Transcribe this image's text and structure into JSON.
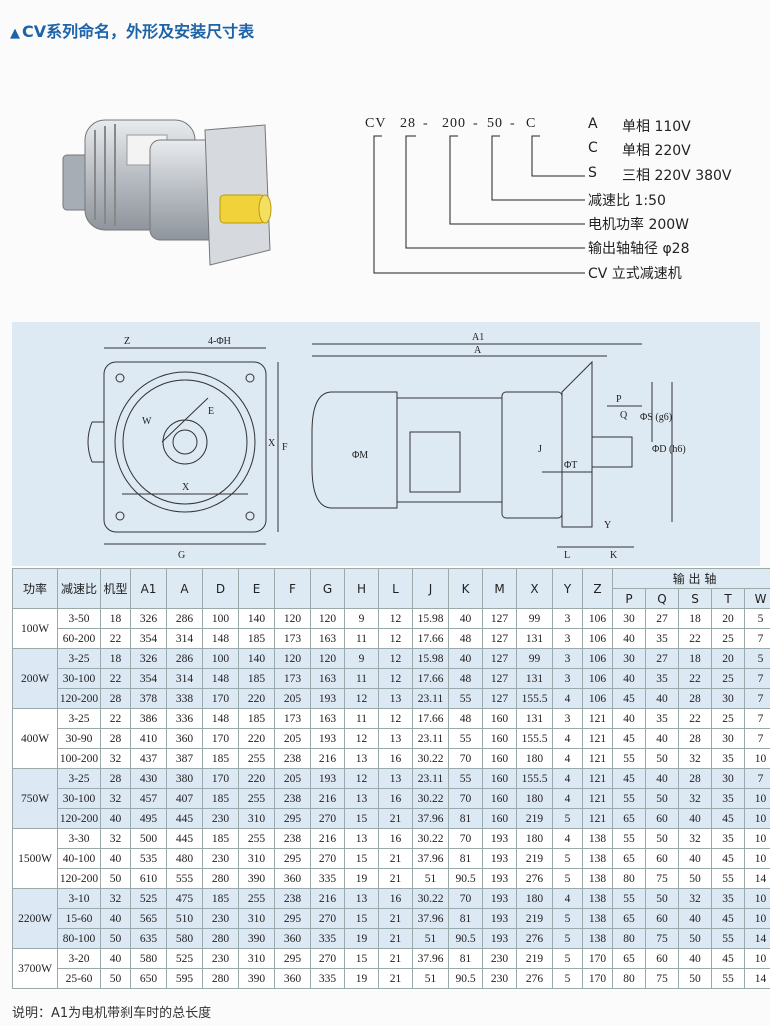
{
  "heading": {
    "marker": "▲",
    "text": "CV系列命名，外形及安装尺寸表"
  },
  "naming": {
    "code": {
      "part1": "CV",
      "part2": "28",
      "part3": "200",
      "part4": "50",
      "part5": "C",
      "dash": "-"
    },
    "voltage": [
      {
        "key": "A",
        "desc": "单相 110V"
      },
      {
        "key": "C",
        "desc": "单相 220V"
      },
      {
        "key": "S",
        "desc": "三相 220V 380V"
      }
    ],
    "ratio": "减速比 1:50",
    "power": "电机功率 200W",
    "shaft": "输出轴轴径 φ28",
    "type": "CV 立式减速机"
  },
  "drawing_labels": {
    "Z": "Z",
    "H": "4-ΦH",
    "W": "W",
    "E": "E",
    "X_front": "X",
    "X_side": "X",
    "F": "F",
    "G": "G",
    "A1": "A1",
    "A": "A",
    "M": "ΦM",
    "J": "J",
    "T": "ΦT",
    "P": "P",
    "Q": "Q",
    "S": "ΦS (g6)",
    "D": "ΦD (h6)",
    "Y": "Y",
    "L": "L",
    "K": "K"
  },
  "table": {
    "headers": [
      "功率",
      "减速比",
      "机型",
      "A1",
      "A",
      "D",
      "E",
      "F",
      "G",
      "H",
      "L",
      "J",
      "K",
      "M",
      "X",
      "Y",
      "Z"
    ],
    "output_shaft": "输 出 轴",
    "shaft_headers": [
      "P",
      "Q",
      "S",
      "T",
      "W"
    ],
    "groups": [
      {
        "power": "100W",
        "rows": [
          [
            "3-50",
            "18",
            "326",
            "286",
            "100",
            "140",
            "120",
            "120",
            "9",
            "12",
            "15.98",
            "40",
            "127",
            "99",
            "3",
            "106",
            "30",
            "27",
            "18",
            "20",
            "5"
          ],
          [
            "60-200",
            "22",
            "354",
            "314",
            "148",
            "185",
            "173",
            "163",
            "11",
            "12",
            "17.66",
            "48",
            "127",
            "131",
            "3",
            "106",
            "40",
            "35",
            "22",
            "25",
            "7"
          ]
        ]
      },
      {
        "power": "200W",
        "rows": [
          [
            "3-25",
            "18",
            "326",
            "286",
            "100",
            "140",
            "120",
            "120",
            "9",
            "12",
            "15.98",
            "40",
            "127",
            "99",
            "3",
            "106",
            "30",
            "27",
            "18",
            "20",
            "5"
          ],
          [
            "30-100",
            "22",
            "354",
            "314",
            "148",
            "185",
            "173",
            "163",
            "11",
            "12",
            "17.66",
            "48",
            "127",
            "131",
            "3",
            "106",
            "40",
            "35",
            "22",
            "25",
            "7"
          ],
          [
            "120-200",
            "28",
            "378",
            "338",
            "170",
            "220",
            "205",
            "193",
            "12",
            "13",
            "23.11",
            "55",
            "127",
            "155.5",
            "4",
            "106",
            "45",
            "40",
            "28",
            "30",
            "7"
          ]
        ]
      },
      {
        "power": "400W",
        "rows": [
          [
            "3-25",
            "22",
            "386",
            "336",
            "148",
            "185",
            "173",
            "163",
            "11",
            "12",
            "17.66",
            "48",
            "160",
            "131",
            "3",
            "121",
            "40",
            "35",
            "22",
            "25",
            "7"
          ],
          [
            "30-90",
            "28",
            "410",
            "360",
            "170",
            "220",
            "205",
            "193",
            "12",
            "13",
            "23.11",
            "55",
            "160",
            "155.5",
            "4",
            "121",
            "45",
            "40",
            "28",
            "30",
            "7"
          ],
          [
            "100-200",
            "32",
            "437",
            "387",
            "185",
            "255",
            "238",
            "216",
            "13",
            "16",
            "30.22",
            "70",
            "160",
            "180",
            "4",
            "121",
            "55",
            "50",
            "32",
            "35",
            "10"
          ]
        ]
      },
      {
        "power": "750W",
        "rows": [
          [
            "3-25",
            "28",
            "430",
            "380",
            "170",
            "220",
            "205",
            "193",
            "12",
            "13",
            "23.11",
            "55",
            "160",
            "155.5",
            "4",
            "121",
            "45",
            "40",
            "28",
            "30",
            "7"
          ],
          [
            "30-100",
            "32",
            "457",
            "407",
            "185",
            "255",
            "238",
            "216",
            "13",
            "16",
            "30.22",
            "70",
            "160",
            "180",
            "4",
            "121",
            "55",
            "50",
            "32",
            "35",
            "10"
          ],
          [
            "120-200",
            "40",
            "495",
            "445",
            "230",
            "310",
            "295",
            "270",
            "15",
            "21",
            "37.96",
            "81",
            "160",
            "219",
            "5",
            "121",
            "65",
            "60",
            "40",
            "45",
            "10"
          ]
        ]
      },
      {
        "power": "1500W",
        "rows": [
          [
            "3-30",
            "32",
            "500",
            "445",
            "185",
            "255",
            "238",
            "216",
            "13",
            "16",
            "30.22",
            "70",
            "193",
            "180",
            "4",
            "138",
            "55",
            "50",
            "32",
            "35",
            "10"
          ],
          [
            "40-100",
            "40",
            "535",
            "480",
            "230",
            "310",
            "295",
            "270",
            "15",
            "21",
            "37.96",
            "81",
            "193",
            "219",
            "5",
            "138",
            "65",
            "60",
            "40",
            "45",
            "10"
          ],
          [
            "120-200",
            "50",
            "610",
            "555",
            "280",
            "390",
            "360",
            "335",
            "19",
            "21",
            "51",
            "90.5",
            "193",
            "276",
            "5",
            "138",
            "80",
            "75",
            "50",
            "55",
            "14"
          ]
        ]
      },
      {
        "power": "2200W",
        "rows": [
          [
            "3-10",
            "32",
            "525",
            "475",
            "185",
            "255",
            "238",
            "216",
            "13",
            "16",
            "30.22",
            "70",
            "193",
            "180",
            "4",
            "138",
            "55",
            "50",
            "32",
            "35",
            "10"
          ],
          [
            "15-60",
            "40",
            "565",
            "510",
            "230",
            "310",
            "295",
            "270",
            "15",
            "21",
            "37.96",
            "81",
            "193",
            "219",
            "5",
            "138",
            "65",
            "60",
            "40",
            "45",
            "10"
          ],
          [
            "80-100",
            "50",
            "635",
            "580",
            "280",
            "390",
            "360",
            "335",
            "19",
            "21",
            "51",
            "90.5",
            "193",
            "276",
            "5",
            "138",
            "80",
            "75",
            "50",
            "55",
            "14"
          ]
        ]
      },
      {
        "power": "3700W",
        "rows": [
          [
            "3-20",
            "40",
            "580",
            "525",
            "230",
            "310",
            "295",
            "270",
            "15",
            "21",
            "37.96",
            "81",
            "230",
            "219",
            "5",
            "170",
            "65",
            "60",
            "40",
            "45",
            "10"
          ],
          [
            "25-60",
            "50",
            "650",
            "595",
            "280",
            "390",
            "360",
            "335",
            "19",
            "21",
            "51",
            "90.5",
            "230",
            "276",
            "5",
            "170",
            "80",
            "75",
            "50",
            "55",
            "14"
          ]
        ]
      }
    ]
  },
  "note": "说明：A1为电机带刹车时的总长度"
}
